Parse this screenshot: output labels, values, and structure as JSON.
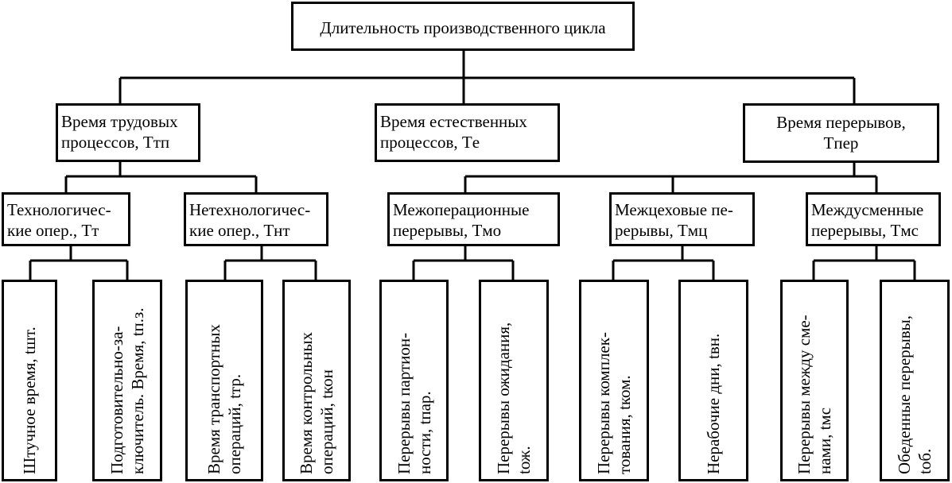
{
  "root": {
    "label": "Длительность производственного цикла"
  },
  "level1": [
    {
      "label": "Время трудовых\nпроцессов, Tтп"
    },
    {
      "label": "Время естественных\nпроцессов, Tе"
    },
    {
      "label": "Время перерывов,\nTпер"
    }
  ],
  "level2": [
    {
      "label": "Технологичес-\nкие опер., Tт"
    },
    {
      "label": "Нетехнологичес-\nкие опер., Tнт"
    },
    {
      "label": "Межоперационные\nперерывы, Tмо"
    },
    {
      "label": "Межцеховые пе-\nрерывы, Tмц"
    },
    {
      "label": "Междусменные\nперерывы, Tмс"
    }
  ],
  "level3": [
    {
      "label": "Штучное время, tшт."
    },
    {
      "label": "Подготовительно-за-\nключитель. Время, tп.з."
    },
    {
      "label": "Время транспортных\nопераций, tтр."
    },
    {
      "label": "Время контрольных\nопераций, tкон"
    },
    {
      "label": "Перерывы партион-\nности, tпар."
    },
    {
      "label": "Перерывы ожидания,\ntож."
    },
    {
      "label": "Перерывы комплек-\nтования, tком."
    },
    {
      "label": "Нерабочие дни, tвн."
    },
    {
      "label": "Перерывы между сме-\nнами, tмс"
    },
    {
      "label": "Обеденные перерывы,\ntоб."
    }
  ]
}
